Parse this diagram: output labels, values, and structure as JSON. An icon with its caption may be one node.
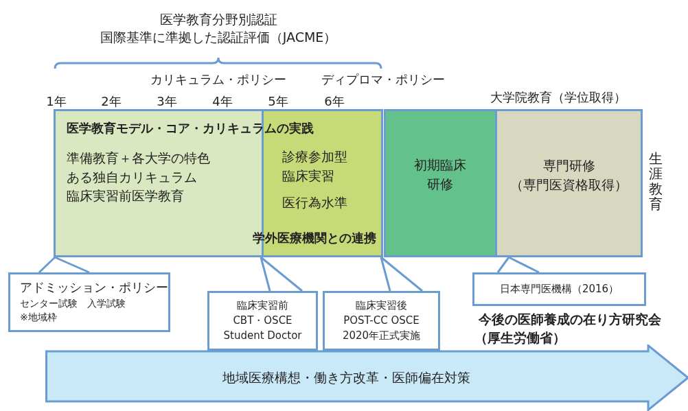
{
  "diagram": {
    "nodes": [
      {
        "text": [
          "準備教育＋各大学の特色ある独自カリキュラム",
          "臨床実習前医学教育"
        ]
      },
      {
        "text": [
          "診療参加型臨床実習",
          "医行為水準"
        ]
      },
      {
        "text": [
          "初期臨床研修"
        ]
      },
      {
        "text": [
          "専門研修",
          "（専門医資格取得）"
        ],
        "beside": [
          "大学院教育（学位取得）"
        ]
      },
      {
        "text": [
          "アドミッション・ポリシー",
          "センター試験　入学試験",
          "※地域枠"
        ]
      },
      {
        "text": [
          "臨床実習前",
          "CBT・OSCE",
          "Student Doctor"
        ]
      },
      {
        "text": [
          "臨床実習後",
          "POST-CC OSCE",
          "2020年正式実施"
        ]
      },
      {
        "text": [
          "日本専門医機構（2016）"
        ]
      },
      {
        "text": [
          "地域医療構想・働き方改革・医師偏在対策"
        ]
      }
    ],
    "edges": [
      {
        "from": 4,
        "to": 0,
        "arrow": "none"
      },
      {
        "from": 5,
        "to": 0,
        "arrow": "none"
      },
      {
        "from": 6,
        "to": 1,
        "arrow": "none"
      },
      {
        "from": 7,
        "to": 3,
        "arrow": "none"
      }
    ],
    "labels": [
      "医学教育分野別認証",
      "国際基準に準拠した認証評価（JACME）",
      "カリキュラム・ポリシー",
      "ディプロマ・ポリシー",
      "1年",
      "2年",
      "3年",
      "4年",
      "5年",
      "6年",
      "医学教育モデル・コア・カリキュラムの実践",
      "学外医療機関との連携",
      "生涯教育",
      "今後の医師養成の在り方研究会",
      "（厚生労働省）"
    ]
  }
}
